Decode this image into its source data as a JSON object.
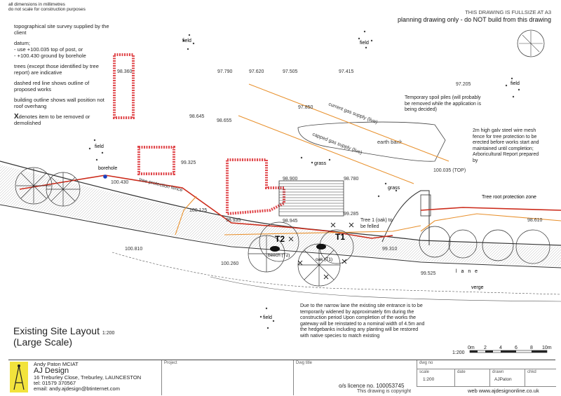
{
  "header": {
    "dims_note": "all dimensions in millimetres",
    "scale_note": "do not scale for construction purposes",
    "fullsize_note": "THIS DRAWING IS FULLSIZE AT A3",
    "planning_note": "planning drawing only - do NOT build from this drawing"
  },
  "notes": {
    "survey": "topographical site survey supplied by the client",
    "datum_title": "datum;",
    "datum_1": "-  use +100.035 top of post, or",
    "datum_2": "-  +100.430 ground by borehole",
    "trees": "trees (except those identified by tree report) are indicative",
    "dashed": "dashed red line shows outline of proposed works",
    "building": "building outline shows wall position not roof overhang",
    "remove_symbol": "X",
    "remove": "denotes item to be removed or demolished"
  },
  "levels": {
    "l98360": "98.360",
    "l97790": "97.790",
    "l97620": "97.620",
    "l97505": "97.505",
    "l97415": "97.415",
    "l97205": "97.205",
    "l97850": "97.850",
    "l98645": "98.645",
    "l98655": "98.655",
    "l99325": "99.325",
    "l100430": "100.430",
    "l100125": "100.125",
    "l98900": "98.900",
    "l98780": "98.780",
    "l99285": "99.285",
    "l98935": "98.935",
    "l98945": "98.945",
    "l100810": "100.810",
    "l100260": "100.260",
    "l99310": "99.310",
    "l99525": "99.525",
    "l98610": "98.610",
    "l100035": "100.035 (TOP)"
  },
  "labels": {
    "field": "field",
    "grass": "grass",
    "borehole": "borehole",
    "tree_fence": "tree protection fence",
    "earth_bank": "earth bank",
    "gas_current": "current gas supply (live)",
    "gas_capped": "capped gas supply (live)",
    "spoil": "Temporary spoil piles (will probably be removed while the application is being decided)",
    "mesh_fence": "2m high galv steel wire mesh fence for tree protection to be erected before works start and maintained until completion; Arboricultural Report prepared by",
    "root_zone": "Tree root protection zone",
    "tree1": "Tree 1 (oak) to be felled",
    "t1": "T1",
    "t2": "T2",
    "beech": "beech (T2)",
    "oak": "oak (T1)",
    "lane": "l a n e",
    "verge": "verge",
    "lane_note": "Due to the narrow lane the existing site entrance is to be temporarily widened by approximately 6m during the construction period Upon completion of the works the gateway will be reinstated to a nominal width of 4.5m and the hedgebanks including any planting will be restored with native species to match existing"
  },
  "drawing": {
    "title": "Existing Site Layout",
    "subtitle": "(Large Scale)",
    "title_scale": "1:200",
    "scalebar_ratio": "1:200",
    "scalebar_ticks": [
      "0m",
      "2",
      "4",
      "6",
      "8",
      "10m"
    ]
  },
  "titleblock": {
    "author": "Andy Paton MCIAT",
    "company": "AJ Design",
    "address": "16 Treburley Close, Treburley, LAUNCESTON",
    "tel": "tel: 01579 370567",
    "email": "email: andy.ajdesign@btinternet.com",
    "project_label": "Project",
    "dwg_title_label": "Dwg title",
    "licence": "o/s licence no. 100053745",
    "copyright": "This drawing is copyright",
    "dwg_no_label": "dwg no",
    "scale_label": "scale",
    "scale_value": "1:200",
    "date_label": "date",
    "drawn_label": "drawn",
    "drawn_value": "AJPaton",
    "chkd_label": "chkd",
    "web": "web www.ajdesignonline.co.uk"
  },
  "colors": {
    "proposed": "#e0484c",
    "fence": "#cc2a1a",
    "root_zone": "#e8902c",
    "line": "#333333"
  }
}
